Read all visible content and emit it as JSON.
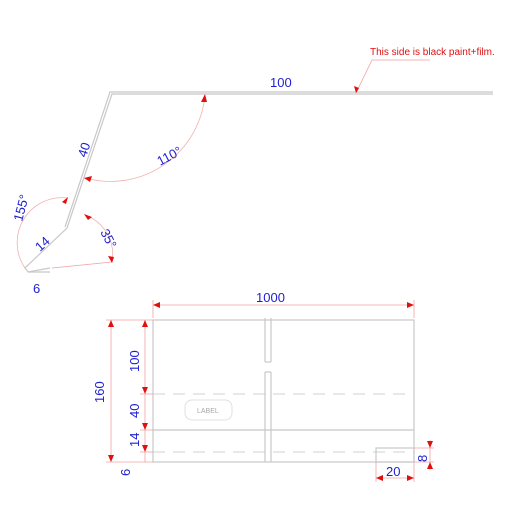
{
  "note": "This side is black paint+film.",
  "profile": {
    "len_top": "100",
    "len_slope": "40",
    "angle_top": "110°",
    "angle_left": "155°",
    "len_lower": "14",
    "angle_hem": "35°",
    "len_hem": "6"
  },
  "panel": {
    "width": "1000",
    "height_total": "160",
    "seg_1": "100",
    "seg_2": "40",
    "seg_3": "14",
    "seg_4": "6",
    "notch_width": "20",
    "notch_height": "8",
    "label_text": "LABEL"
  }
}
